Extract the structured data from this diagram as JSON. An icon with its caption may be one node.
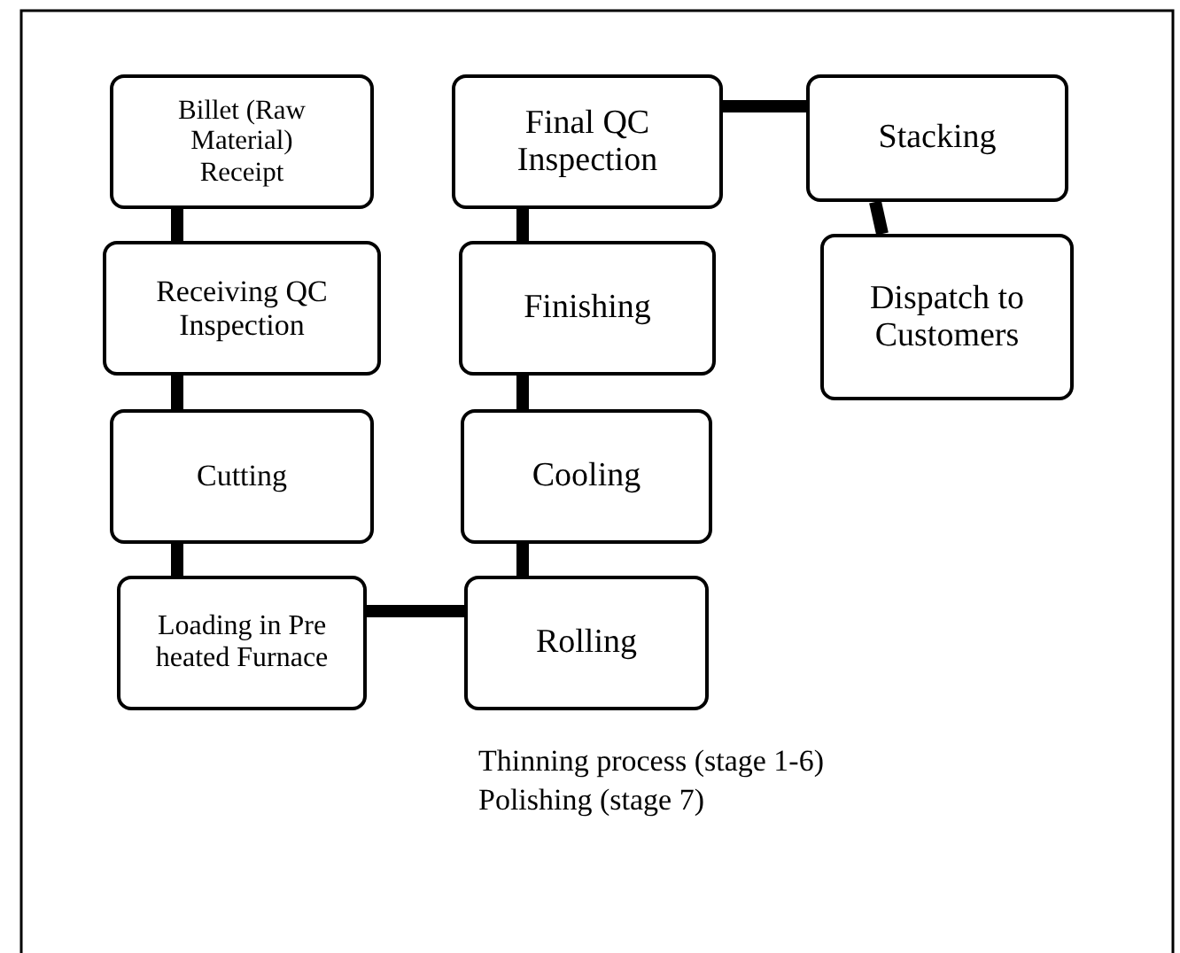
{
  "diagram": {
    "nodes": [
      {
        "text": [
          "Billet (Raw Material) Receipt"
        ]
      },
      {
        "text": [
          "Receiving QC Inspection"
        ]
      },
      {
        "text": [
          "Cutting"
        ]
      },
      {
        "text": [
          "Loading in Pre heated Furnace"
        ]
      },
      {
        "text": [
          "Final QC Inspection"
        ]
      },
      {
        "text": [
          "Finishing"
        ]
      },
      {
        "text": [
          "Cooling"
        ]
      },
      {
        "text": [
          "Rolling"
        ]
      },
      {
        "text": [
          "Stacking"
        ]
      },
      {
        "text": [
          "Dispatch to Customers"
        ]
      }
    ],
    "edges": [
      {
        "from": 0,
        "to": 1,
        "arrow": "none"
      },
      {
        "from": 1,
        "to": 2,
        "arrow": "none"
      },
      {
        "from": 2,
        "to": 3,
        "arrow": "none"
      },
      {
        "from": 3,
        "to": 7,
        "arrow": "none"
      },
      {
        "from": 7,
        "to": 6,
        "arrow": "none"
      },
      {
        "from": 6,
        "to": 5,
        "arrow": "none"
      },
      {
        "from": 5,
        "to": 4,
        "arrow": "none"
      },
      {
        "from": 4,
        "to": 8,
        "arrow": "none"
      },
      {
        "from": 8,
        "to": 9,
        "arrow": "none"
      }
    ],
    "labels": [
      "Thinning process (stage 1-6)",
      "Polishing (stage 7)"
    ]
  }
}
